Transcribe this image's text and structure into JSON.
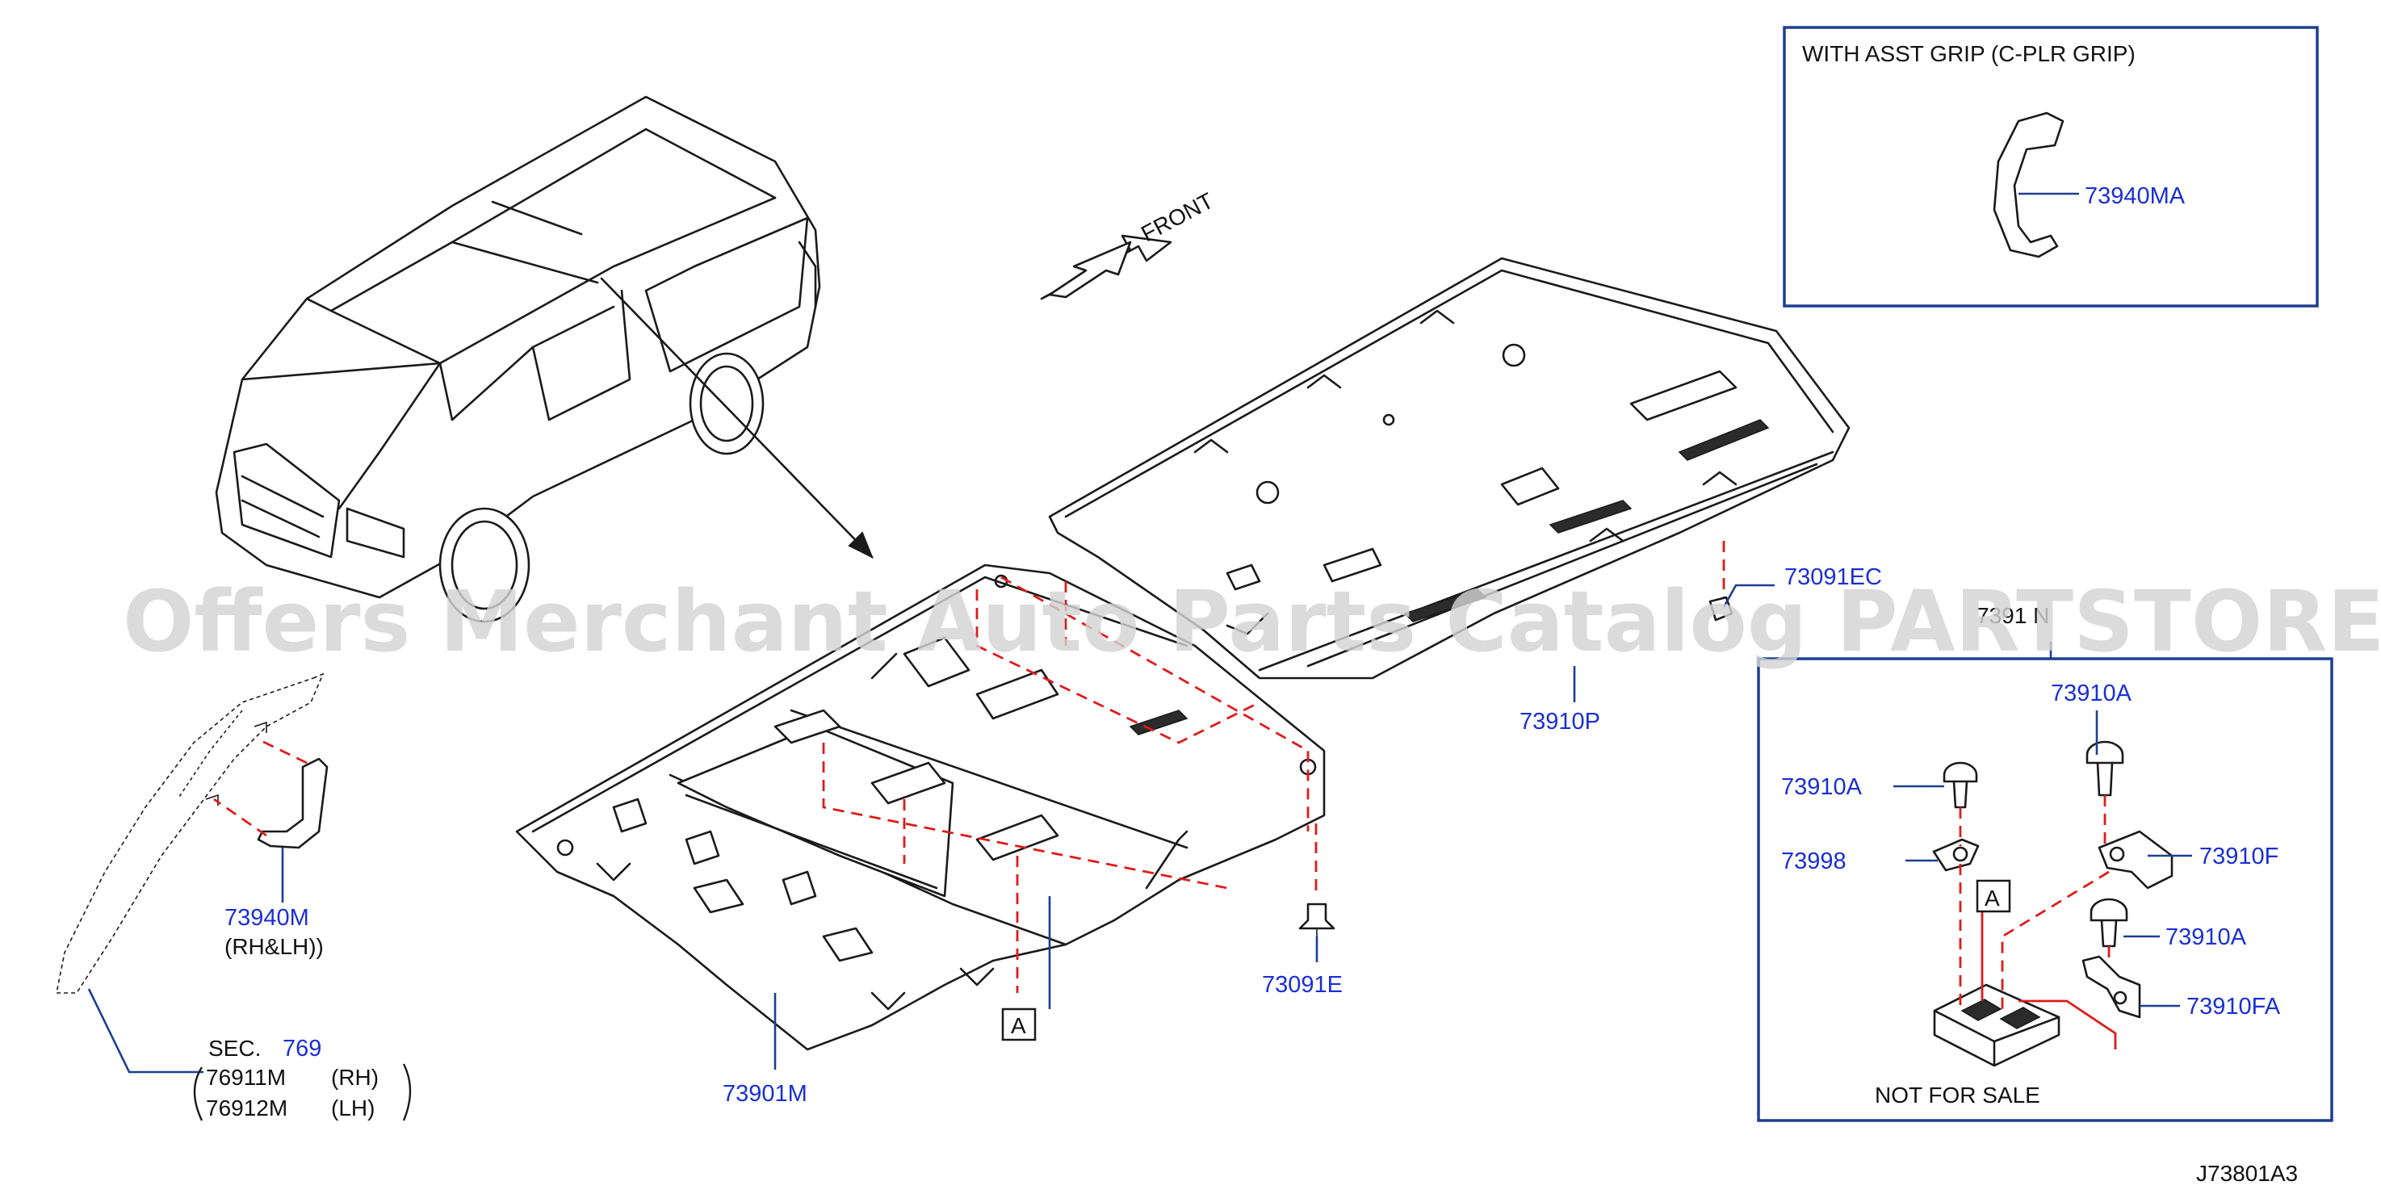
{
  "diagram": {
    "code": "J73801A3",
    "direction_label": "FRONT",
    "watermark": "Offers Merchant Auto Parts Catalog PARTSTORE.SA",
    "inset_grip": {
      "heading": "WITH   ASST   GRIP   (C-PLR   GRIP)",
      "part": "73940MA"
    },
    "inset_hardware": {
      "header_partial": "7391 N",
      "footer": "NOT   FOR   SALE"
    },
    "ref_marker": "A",
    "parts": {
      "p73901M": "73901M",
      "p73910P": "73910P",
      "p73091EC": "73091EC",
      "p73091E": "73091E",
      "p73940M": "73940M",
      "p73940M_note": "(RH&LH))",
      "sec_prefix": "SEC.",
      "sec_num": "769",
      "p76911M": "76911M",
      "p76911M_side": "(RH)",
      "p76912M": "76912M",
      "p76912M_side": "(LH)",
      "p73910A_top": "73910A",
      "p73910A_left": "73910A",
      "p73998": "73998",
      "p73910F": "73910F",
      "p73910A_right": "73910A",
      "p73910FA": "73910FA"
    }
  }
}
